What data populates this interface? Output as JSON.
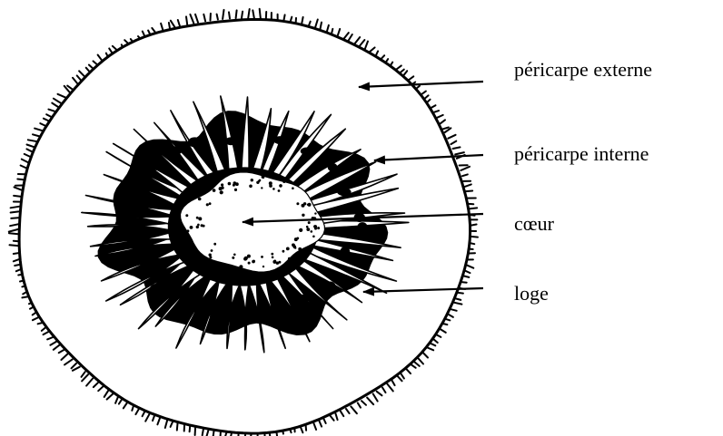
{
  "diagram": {
    "labels": {
      "pericarpe_externe": "péricarpe externe",
      "pericarpe_interne": "péricarpe interne",
      "coeur": "cœur",
      "loge": "loge"
    },
    "colors": {
      "ink": "#000000",
      "paper": "#ffffff"
    }
  }
}
